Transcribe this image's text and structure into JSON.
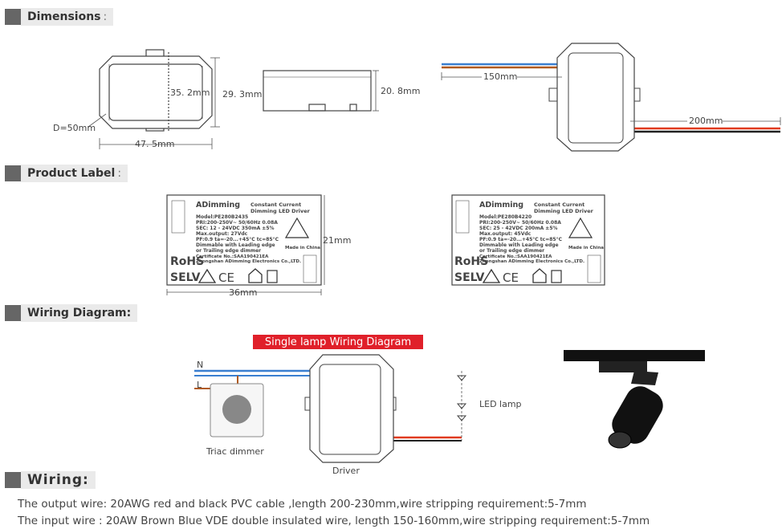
{
  "sections": {
    "dimensions": {
      "label": "Dimensions",
      "colon": ":"
    },
    "product_label": {
      "label": "Product Label",
      "colon": ":"
    },
    "wiring_diagram": {
      "label": "Wiring Diagram:"
    },
    "wiring": {
      "label": "Wiring:"
    }
  },
  "dimensions": {
    "top_width": "35. 2mm",
    "top_height": "29. 3mm",
    "diameter": "D=50mm",
    "bottom_width": "47. 5mm",
    "side_height": "20. 8mm",
    "input_len": "150mm",
    "output_len": "200mm"
  },
  "label_left": {
    "brand": "ADimming",
    "title1": "Constant Current",
    "title2": "Dimming LED  Driver",
    "model": "Model:PE280B2435",
    "pri": "PRI:200-250V~ 50/60Hz 0.08A",
    "sec": "SEC: 12 - 24VDC   350mA ±5%",
    "maxout": "Max.output: 27Vdc",
    "pf": "PF:0.9   ta=-20...+45°C  tc=85°C",
    "dim1": "Dimmable with Leading edge",
    "dim2": "or Trailing edge  dimmer",
    "cert": "Certificate No.:SAA190421EA",
    "company": "Zhongshan ADimming Electronics Co.,LTD.",
    "made": "Made in China",
    "rohs": "RoHS",
    "selv": "SELV",
    "ce": "CE",
    "width": "36mm",
    "height": "21mm"
  },
  "label_right": {
    "brand": "ADimming",
    "title1": "Constant Current",
    "title2": "Dimming LED  Driver",
    "model": "Model:PE280B4220",
    "pri": "PRI:200-250V~ 50/60Hz 0.08A",
    "sec": "SEC: 25 - 42VDC   200mA ±5%",
    "maxout": "Max.output: 45Vdc",
    "pf": "PF:0.9   ta=-20...+45°C  tc=85°C",
    "dim1": "Dimmable with Leading edge",
    "dim2": "or Trailing edge  dimmer",
    "cert": "Certificate No.:SAA190421EA",
    "company": "Zhongshan ADimming Electronics Co.,LTD.",
    "made": "Made in China",
    "rohs": "RoHS",
    "selv": "SELV",
    "ce": "CE"
  },
  "wiring_diagram": {
    "banner": "Single lamp Wiring Diagram",
    "n": "N",
    "l": "L",
    "dimmer": "Triac dimmer",
    "driver": "Driver",
    "lamp": "LED lamp"
  },
  "wiring": {
    "line1": "The output wire: 20AWG red and black PVC cable ,length  200-230mm,wire stripping requirement:5-7mm",
    "line2": "The input wire : 20AW Brown Blue VDE double insulated wire, length 150-160mm,wire stripping requirement:5-7mm"
  },
  "colors": {
    "red_wire": "#e03a1e",
    "blue_wire": "#3a7fd0",
    "banner": "#e0202a"
  }
}
